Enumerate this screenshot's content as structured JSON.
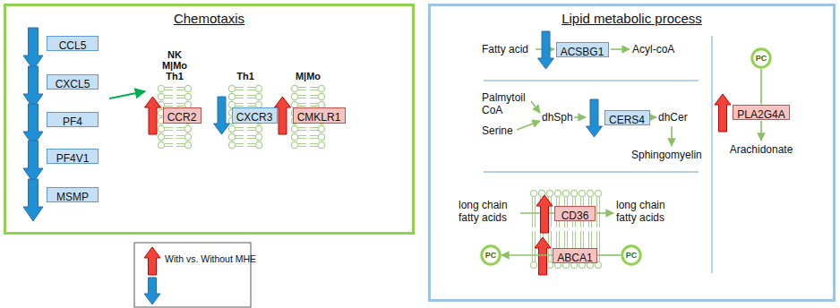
{
  "diagram": {
    "nodes": [
      {
        "text": [
          "Chemotaxis"
        ]
      },
      {
        "text": [
          "CCL5"
        ],
        "in": 0
      },
      {
        "text": [
          "CXCL5"
        ],
        "in": 0
      },
      {
        "text": [
          "PF4"
        ],
        "in": 0
      },
      {
        "text": [
          "PF4V1"
        ],
        "in": 0
      },
      {
        "text": [
          "MSMP"
        ],
        "in": 0
      },
      {
        "text": [
          "CCR2"
        ],
        "in": 0
      },
      {
        "text": [
          "CXCR3"
        ],
        "in": 0
      },
      {
        "text": [
          "CMKLR1"
        ],
        "in": 0
      },
      {
        "text": [
          "Lipid metabolic process"
        ]
      },
      {
        "text": [
          "ACSBG1"
        ],
        "in": 9
      },
      {
        "text": [
          "CERS4"
        ],
        "in": 9
      },
      {
        "text": [
          "CD36"
        ],
        "in": 9
      },
      {
        "text": [
          "ABCA1"
        ],
        "in": 9
      },
      {
        "text": [
          "PC"
        ],
        "in": 9
      },
      {
        "text": [
          "PC"
        ],
        "in": 9
      },
      {
        "text": [
          "PC"
        ],
        "in": 9
      },
      {
        "text": [
          "PLA2G4A"
        ],
        "in": 9
      }
    ],
    "edges": [
      {
        "from": 13,
        "to": 14,
        "arrow": "to"
      },
      {
        "from": 15,
        "to": 13,
        "arrow": "none"
      },
      {
        "from": 16,
        "to": 17,
        "arrow": "none"
      }
    ],
    "labels": [
      "NK",
      "M|Mo",
      "Th1",
      "Th1",
      "M|Mo",
      "Fatty acid",
      "Acyl-coA",
      "Palmytoil CoA",
      "Serine",
      "dhSph",
      "dhCer",
      "Sphingomyelin",
      "long chain fatty acids",
      "long chain fatty acids",
      "Arachidonate"
    ],
    "legend": [
      {
        "text": "With vs. Without MHE"
      }
    ]
  }
}
